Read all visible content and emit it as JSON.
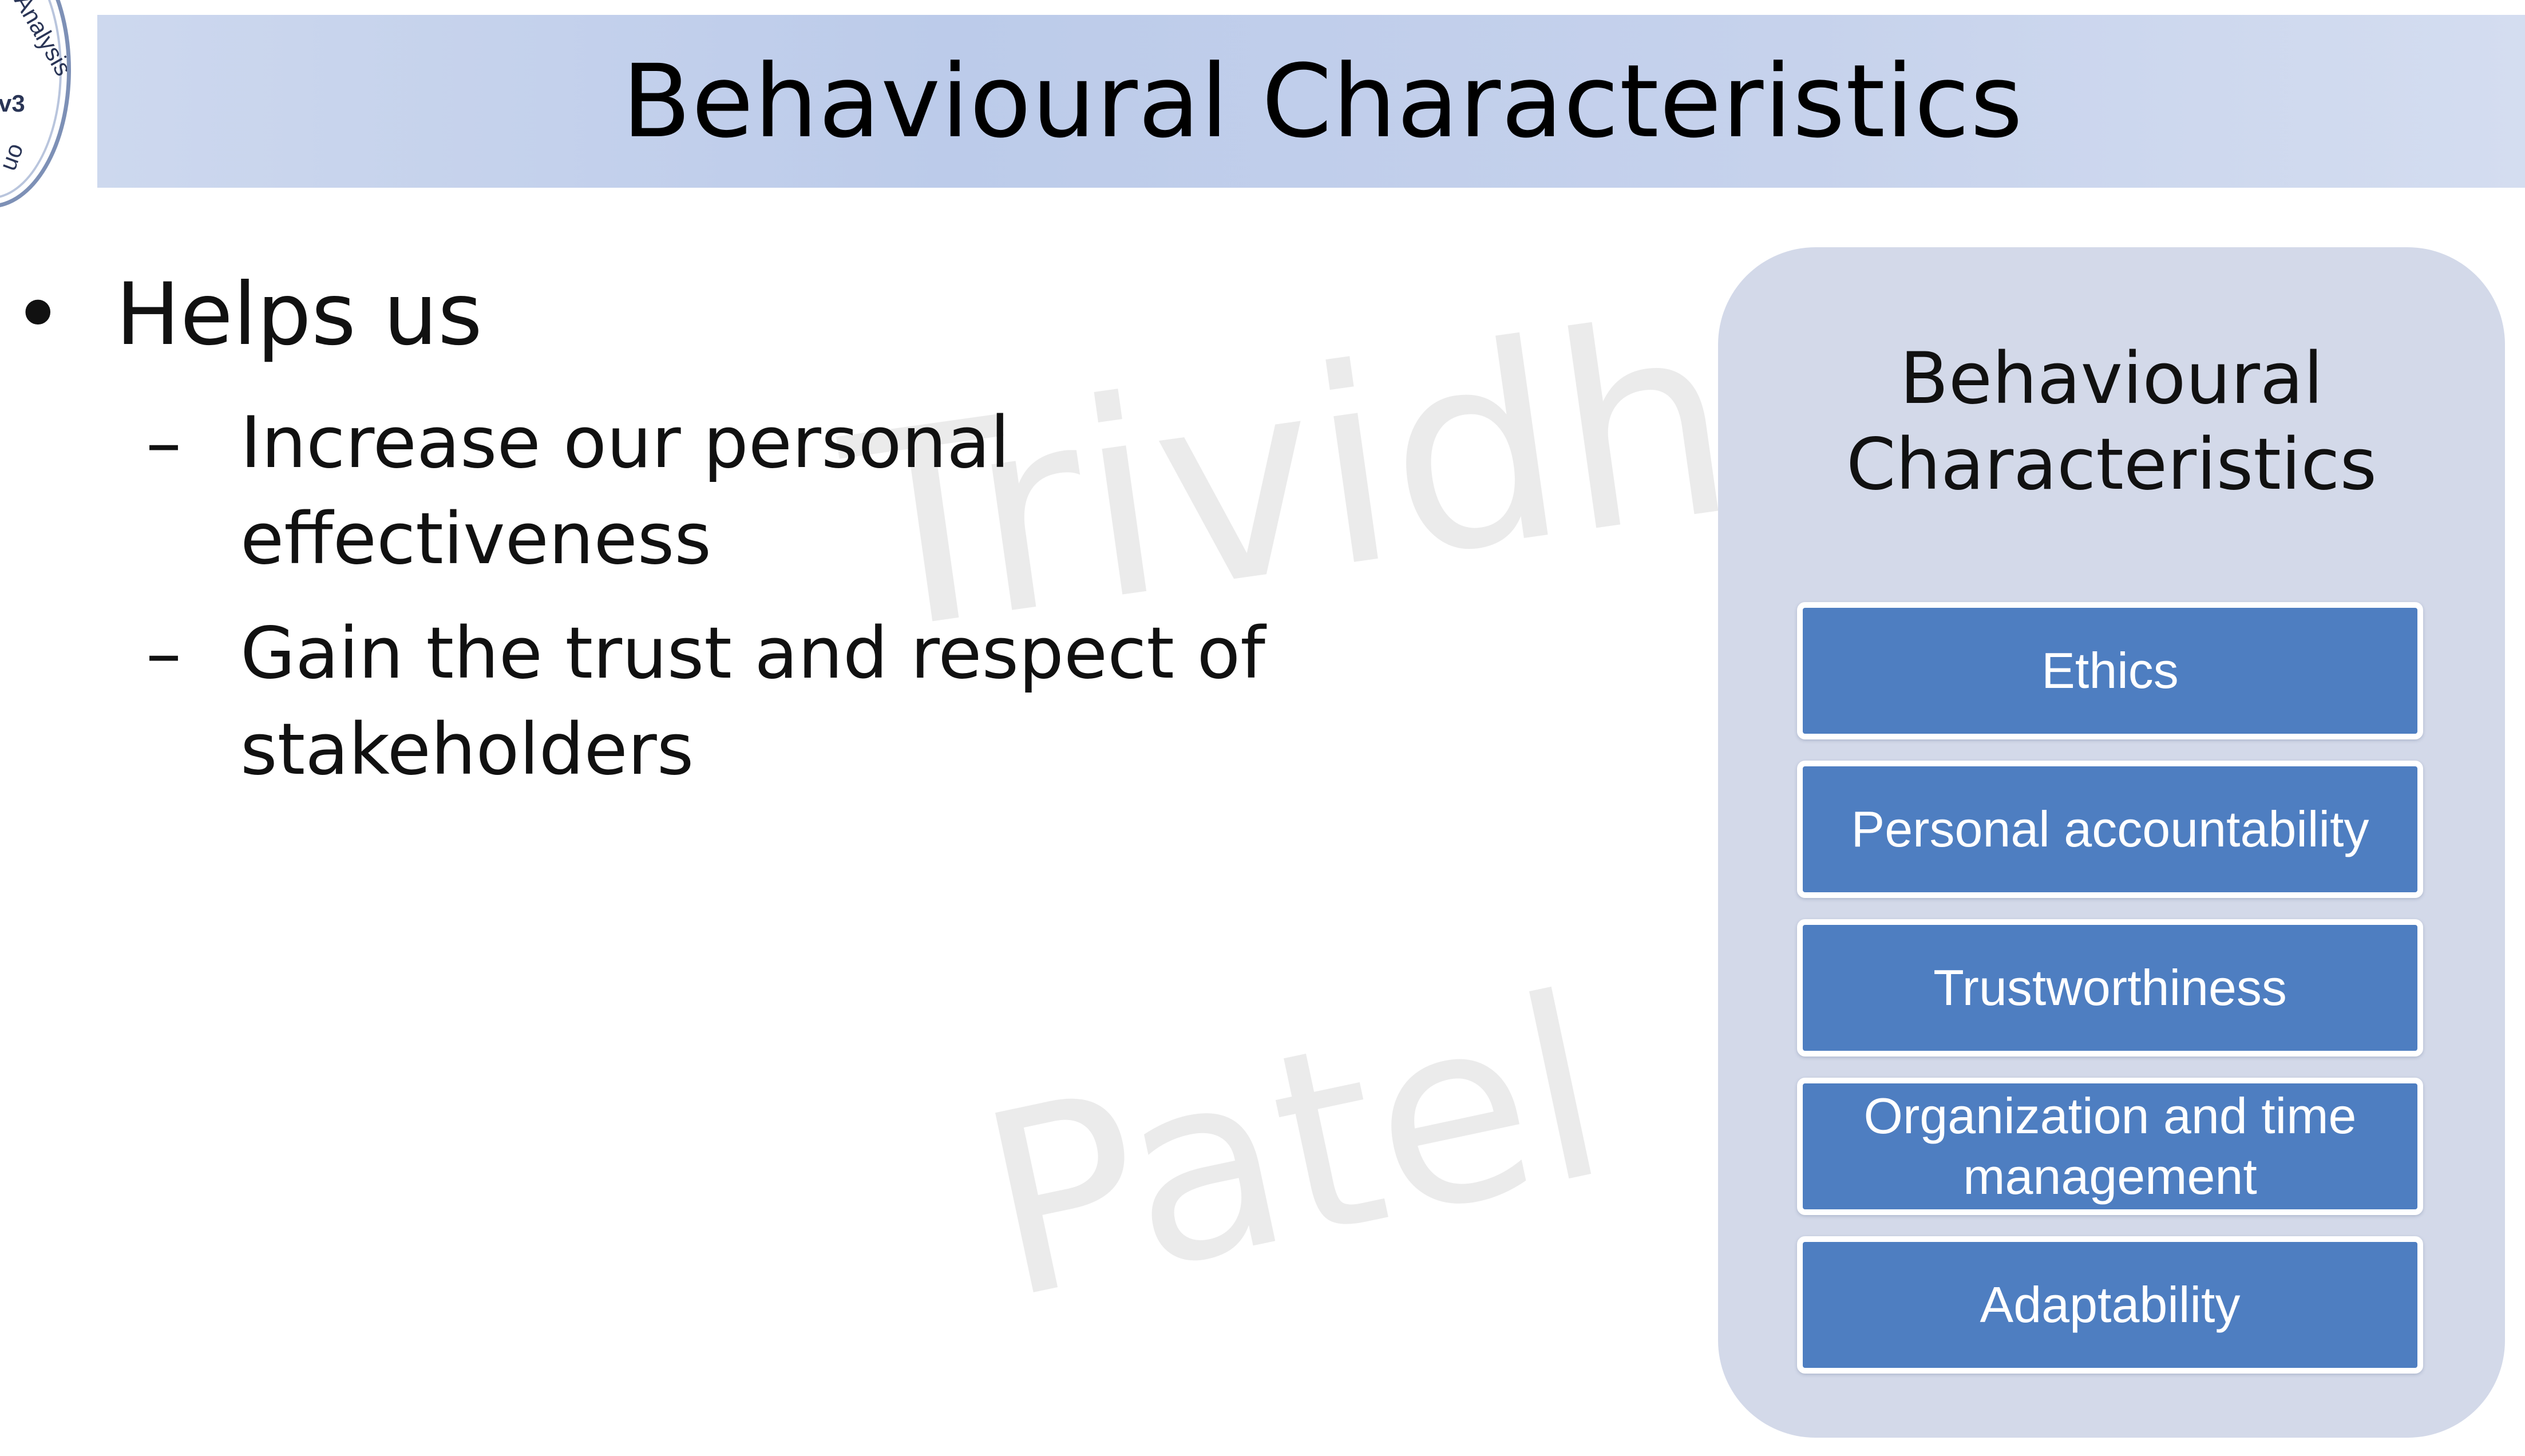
{
  "logo": {
    "text_top": "Analysis",
    "text_mid": "v3",
    "text_bottom": "on"
  },
  "slide": {
    "title": "Behavioural Characteristics"
  },
  "watermark": {
    "line1": "Trividh",
    "line2": "Patel"
  },
  "content": {
    "bullet_symbol": "•",
    "bullet": "Helps us",
    "dash_symbol": "–",
    "sub_items": [
      {
        "line1": "Increase our personal",
        "line2": "effectiveness"
      },
      {
        "line1": "Gain the trust and respect of",
        "line2": "stakeholders"
      }
    ]
  },
  "panel": {
    "title_line1": "Behavioural",
    "title_line2": "Characteristics",
    "fill_color": "#d3d9e9",
    "box_color": "#4e7ec1",
    "items": [
      {
        "line1": "Ethics",
        "line2": ""
      },
      {
        "line1": "Personal accountability",
        "line2": ""
      },
      {
        "line1": "Trustworthiness",
        "line2": ""
      },
      {
        "line1": "Organization and time",
        "line2": "management"
      },
      {
        "line1": "Adaptability",
        "line2": ""
      }
    ]
  }
}
